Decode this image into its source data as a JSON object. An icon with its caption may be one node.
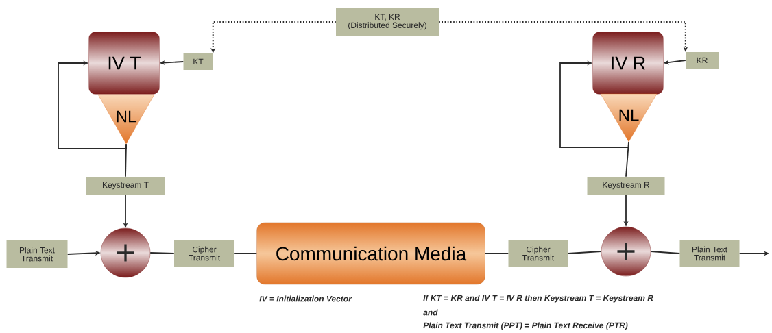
{
  "diagram": {
    "nodes": [
      {
        "text": [
          "KT, KR",
          "(Distributed Securely)"
        ]
      },
      {
        "text": [
          "IV T"
        ]
      },
      {
        "text": [
          "NL"
        ]
      },
      {
        "text": [
          "KT"
        ]
      },
      {
        "text": [
          "IV R"
        ]
      },
      {
        "text": [
          "NL"
        ]
      },
      {
        "text": [
          "KR"
        ]
      },
      {
        "text": [
          "Keystream T"
        ]
      },
      {
        "text": [
          "+"
        ]
      },
      {
        "text": [
          "Plain Text Transmit"
        ]
      },
      {
        "text": [
          "Cipher Transmit"
        ]
      },
      {
        "text": [
          "Communication Media"
        ]
      },
      {
        "text": [
          "Cipher Transmit"
        ]
      },
      {
        "text": [
          "Keystream R"
        ]
      },
      {
        "text": [
          "+"
        ]
      },
      {
        "text": [
          "Plain Text Transmit"
        ]
      }
    ],
    "edges": [
      {
        "from": 0,
        "to": 3,
        "arrow": "to",
        "style": "dashed"
      },
      {
        "from": 0,
        "to": 6,
        "arrow": "to",
        "style": "dashed"
      },
      {
        "from": 3,
        "to": 1,
        "arrow": "to"
      },
      {
        "from": 6,
        "to": 4,
        "arrow": "to"
      },
      {
        "from": 2,
        "to": 1,
        "arrow": "to"
      },
      {
        "from": 2,
        "to": 7,
        "arrow": "none"
      },
      {
        "from": 7,
        "to": 8,
        "arrow": "to"
      },
      {
        "from": 9,
        "to": 8,
        "arrow": "to"
      },
      {
        "from": 8,
        "to": 10,
        "arrow": "none"
      },
      {
        "from": 10,
        "to": 11,
        "arrow": "none"
      },
      {
        "from": 11,
        "to": 12,
        "arrow": "none"
      },
      {
        "from": 12,
        "to": 14,
        "arrow": "none"
      },
      {
        "from": 5,
        "to": 4,
        "arrow": "to"
      },
      {
        "from": 5,
        "to": 13,
        "arrow": "none"
      },
      {
        "from": 13,
        "to": 14,
        "arrow": "to"
      },
      {
        "from": 14,
        "to": 15,
        "arrow": "none"
      },
      {
        "from": 15,
        "to": null,
        "arrow": "to"
      }
    ],
    "labels": [
      "IV = Initialization Vector",
      "If KT = KR and IV T = IV R then Keystream T = Keystream R",
      "and",
      "Plain Text Transmit (PPT) = Plain Text Receive (PTR)"
    ]
  }
}
